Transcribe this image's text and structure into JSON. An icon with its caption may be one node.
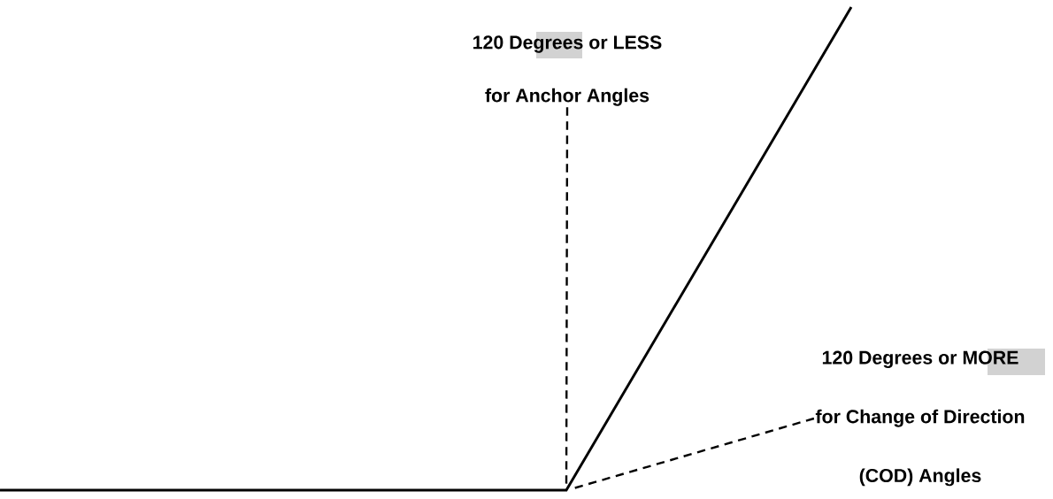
{
  "diagram": {
    "nodes": [
      {
        "text": [
          "120 Degrees or LESS",
          "for Anchor Angles"
        ]
      },
      {
        "text": [
          "120 Degrees or MORE",
          "for Change of Direction",
          "(COD) Angles"
        ]
      }
    ],
    "edges": [
      {
        "from": 0,
        "to": null,
        "arrow": "none",
        "style": "dashed"
      },
      {
        "from": 1,
        "to": null,
        "arrow": "none",
        "style": "dashed"
      }
    ]
  }
}
